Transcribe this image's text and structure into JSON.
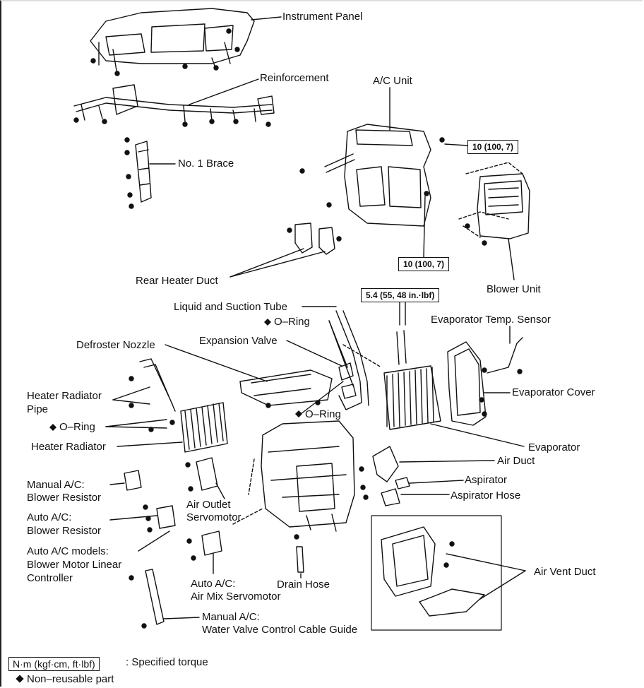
{
  "labels": {
    "instrument_panel": "Instrument Panel",
    "reinforcement": "Reinforcement",
    "no1_brace": "No. 1 Brace",
    "ac_unit": "A/C Unit",
    "torque_ac_top": "10 (100, 7)",
    "torque_ac_bottom": "10 (100, 7)",
    "rear_heater_duct": "Rear Heater Duct",
    "blower_unit": "Blower Unit",
    "torque_evap": "5.4 (55, 48 in.·lbf)",
    "liquid_suction_tube": "Liquid and Suction Tube",
    "o_ring_top": "O–Ring",
    "evap_temp_sensor": "Evaporator Temp. Sensor",
    "defroster_nozzle": "Defroster Nozzle",
    "expansion_valve": "Expansion Valve",
    "heater_radiator_pipe_1": "Heater Radiator",
    "heater_radiator_pipe_2": "Pipe",
    "evaporator_cover": "Evaporator Cover",
    "o_ring_left": "O–Ring",
    "o_ring_mid": "O–Ring",
    "heater_radiator": "Heater Radiator",
    "evaporator": "Evaporator",
    "air_duct": "Air Duct",
    "manual_blower_1": "Manual A/C:",
    "manual_blower_2": "Blower Resistor",
    "aspirator": "Aspirator",
    "aspirator_hose": "Aspirator Hose",
    "auto_blower_1": "Auto A/C:",
    "auto_blower_2": "Blower Resistor",
    "air_outlet_1": "Air Outlet",
    "air_outlet_2": "Servomotor",
    "linear_ctrl_1": "Auto A/C models:",
    "linear_ctrl_2": "Blower Motor  Linear",
    "linear_ctrl_3": "Controller",
    "air_vent_duct": "Air Vent Duct",
    "auto_airmix_1": "Auto A/C:",
    "auto_airmix_2": "Air Mix Servomotor",
    "drain_hose": "Drain Hose",
    "water_valve_1": "Manual A/C:",
    "water_valve_2": "Water Valve Control Cable Guide"
  },
  "legend": {
    "torque_box": "N·m (kgf·cm, ft·lbf)",
    "torque_text": ": Specified torque",
    "nonreusable_text": "Non–reusable part"
  }
}
